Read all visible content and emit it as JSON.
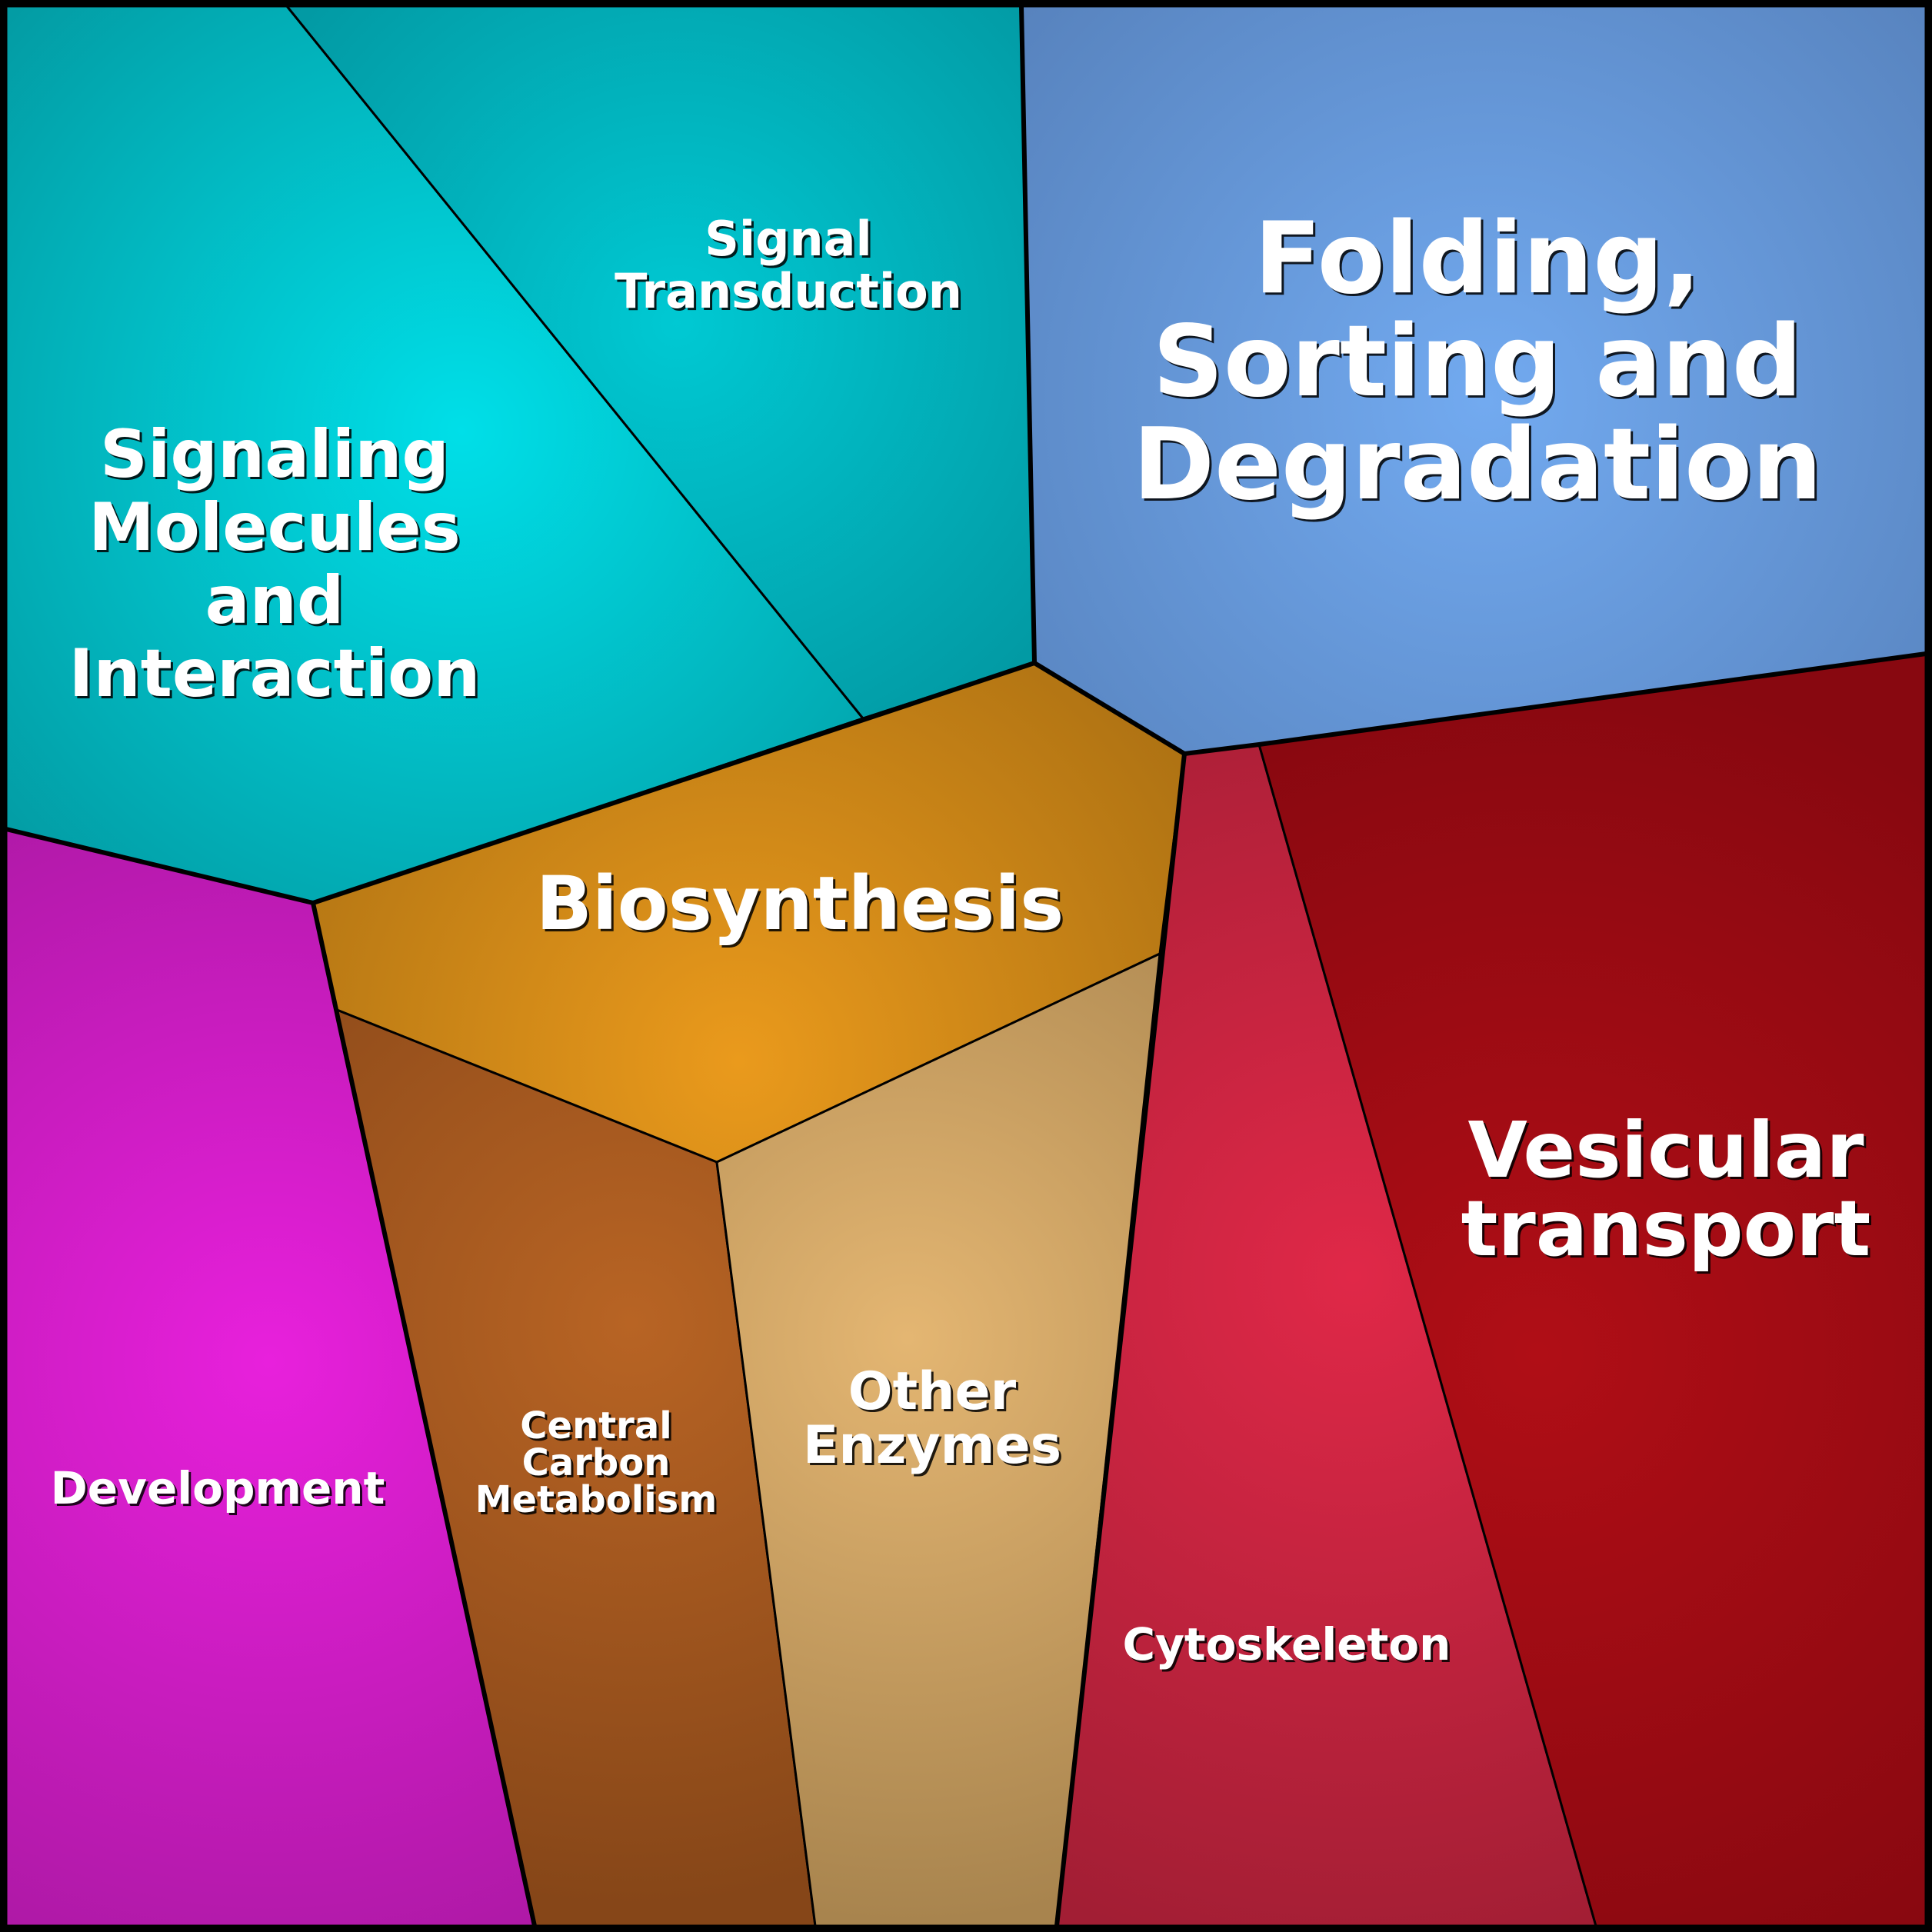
{
  "diagram": {
    "type": "voronoi-treemap",
    "border_color": "#000000",
    "label_color": "#ffffff",
    "cells": [
      {
        "id": "signaling-molecules",
        "label": [
          "Signaling",
          "Molecules",
          "and",
          "Interaction"
        ],
        "center_color": "#00dfe8",
        "edge_color": "#039aa2"
      },
      {
        "id": "signal-transduction",
        "label": [
          "Signal",
          "Transduction"
        ],
        "center_color": "#00c9d3",
        "edge_color": "#03909a"
      },
      {
        "id": "folding-sorting",
        "label": [
          "Folding,",
          "Sorting and",
          "Degradation"
        ],
        "center_color": "#72aaf0",
        "edge_color": "#5078b0"
      },
      {
        "id": "biosynthesis",
        "label": [
          "Biosynthesis"
        ],
        "center_color": "#ea9a1c",
        "edge_color": "#a86e12"
      },
      {
        "id": "development",
        "label": [
          "Development"
        ],
        "center_color": "#e820dc",
        "edge_color": "#a818a0"
      },
      {
        "id": "central-carbon",
        "label": [
          "Central",
          "Carbon",
          "Metabolism"
        ],
        "center_color": "#b86424",
        "edge_color": "#864618"
      },
      {
        "id": "other-enzymes",
        "label": [
          "Other",
          "Enzymes"
        ],
        "center_color": "#e4b672",
        "edge_color": "#a8844e"
      },
      {
        "id": "cytoskeleton",
        "label": [
          "Cytoskeleton"
        ],
        "center_color": "#e02848",
        "edge_color": "#a21e34"
      },
      {
        "id": "vesicular-transport",
        "label": [
          "Vesicular",
          "transport"
        ],
        "center_color": "#b00e16",
        "edge_color": "#880810"
      }
    ]
  }
}
